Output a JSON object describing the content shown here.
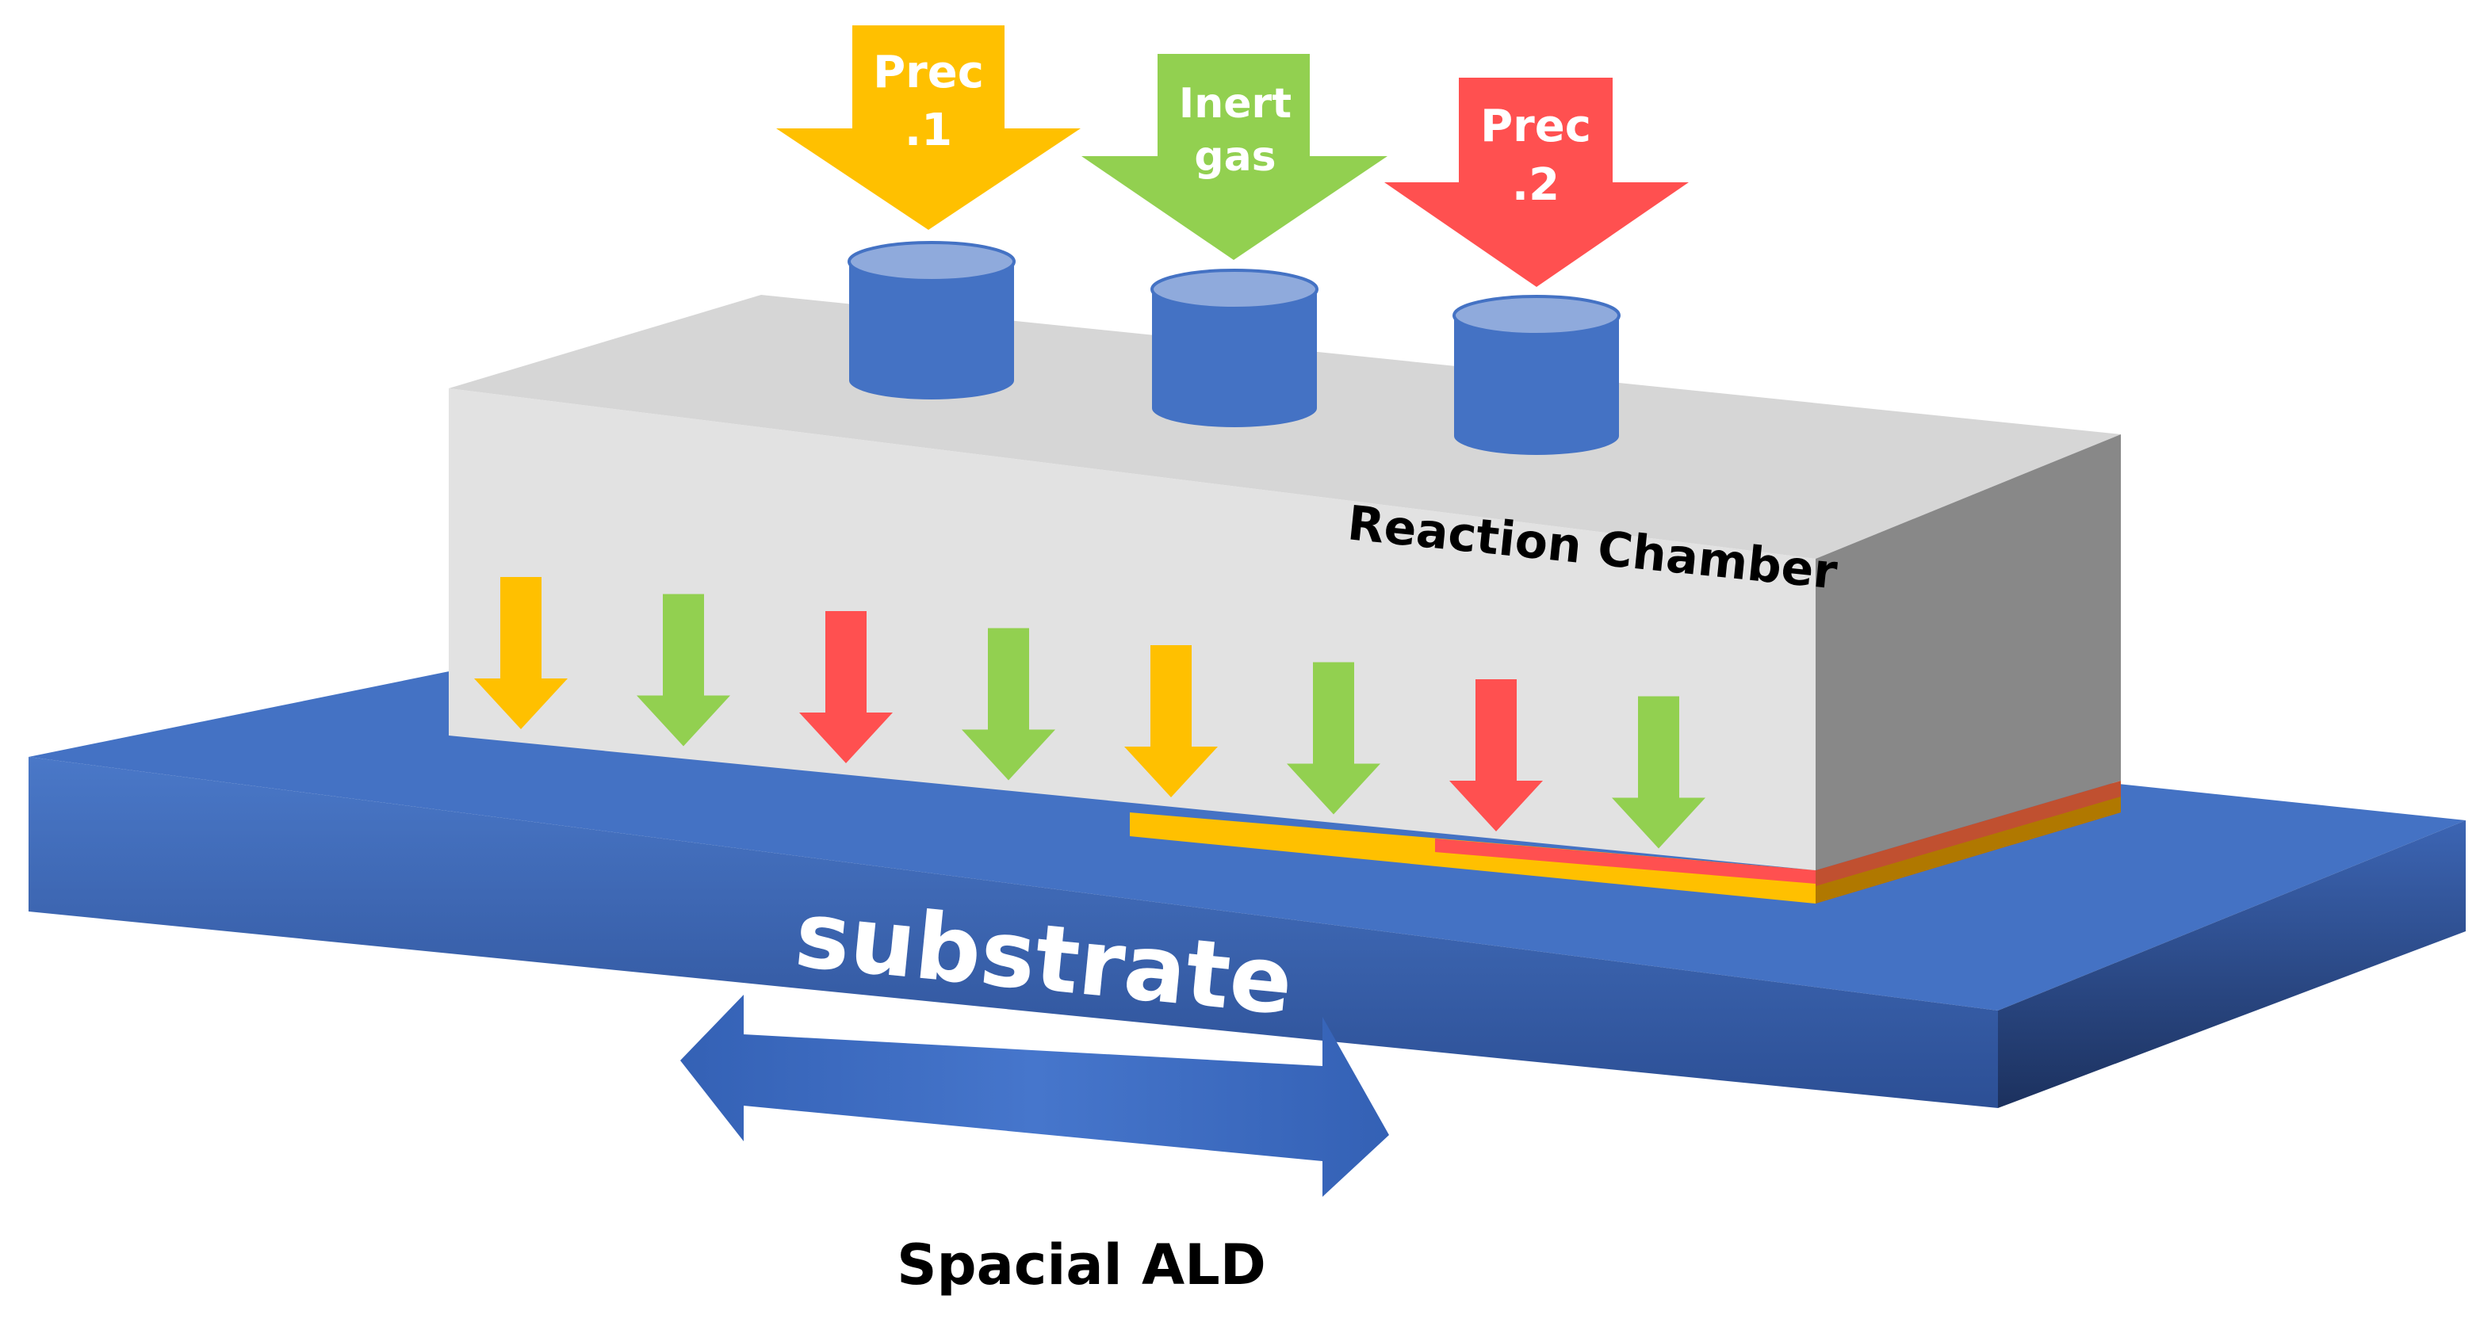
{
  "inlets": [
    {
      "line1": "Prec",
      "line2": ".1",
      "color": "#FFC000"
    },
    {
      "line1": "Inert",
      "line2": "gas",
      "color": "#92D050"
    },
    {
      "line1": "Prec",
      "line2": ".2",
      "color": "#FF5050"
    }
  ],
  "chamber_label": "Reaction Chamber",
  "substrate_label": "substrate",
  "caption": "Spacial ALD",
  "flow_sequence": [
    "#FFC000",
    "#92D050",
    "#FF5050",
    "#92D050",
    "#FFC000",
    "#92D050",
    "#FF5050",
    "#92D050"
  ],
  "colors": {
    "substrate_top": "#4472C4",
    "substrate_front": "#3F6BBF",
    "substrate_side": "#1F3F7A",
    "chamber_front": "#E2E2E2",
    "chamber_top": "#D5D5D5",
    "chamber_side": "#888888",
    "inlet_cylinder": "#4472C4",
    "inlet_cylinder_top": "#8FAADC",
    "layer_yellow": "#FFC000",
    "layer_red": "#FF5050",
    "motion_arrow": "#3A67BE"
  }
}
